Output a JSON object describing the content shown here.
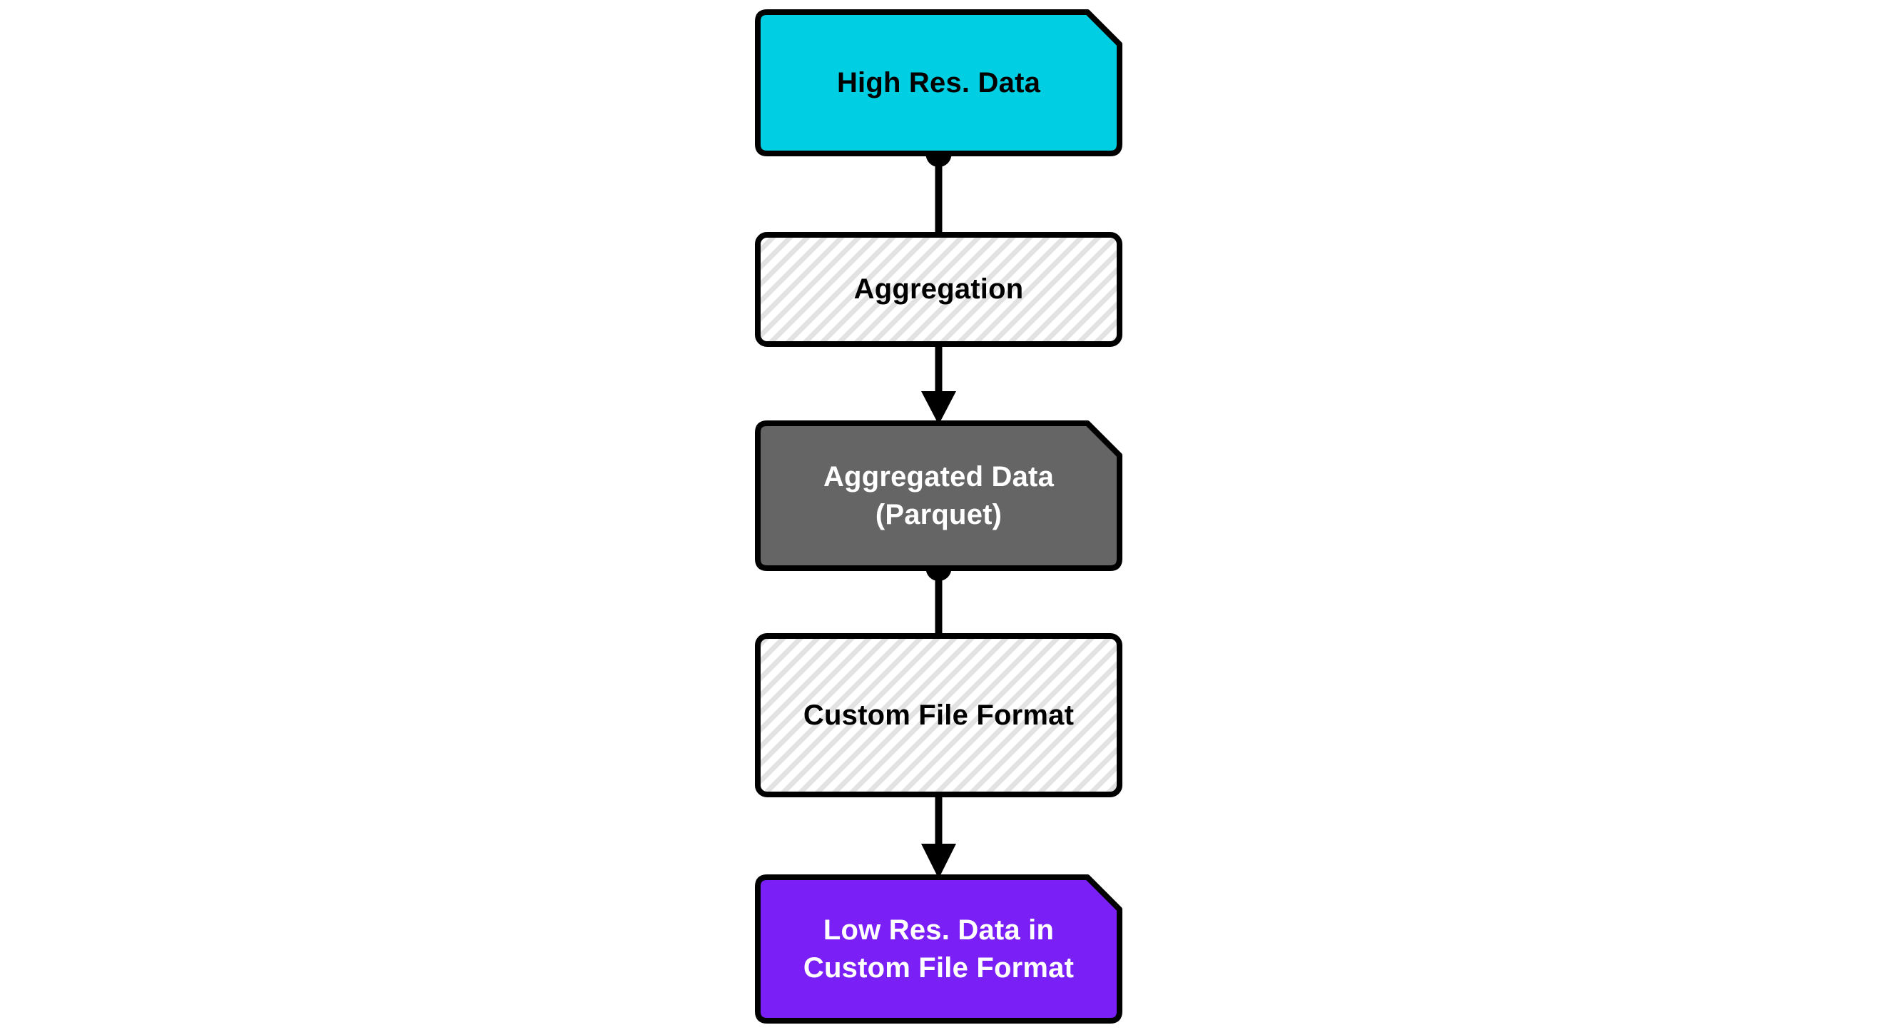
{
  "diagram": {
    "background_color": "#ffffff",
    "stroke_color": "#000000",
    "hatch_color": "#e2e2e2",
    "nodes": [
      {
        "id": "high-res-data",
        "label": "High Res. Data",
        "type": "data",
        "fill": "#00cee2",
        "text_color": "#000000"
      },
      {
        "id": "aggregation",
        "label": "Aggregation",
        "type": "process",
        "fill": "hatch",
        "text_color": "#000000"
      },
      {
        "id": "aggregated-data-parquet",
        "label": "Aggregated Data\n(Parquet)",
        "type": "data",
        "fill": "#656565",
        "text_color": "#ffffff"
      },
      {
        "id": "custom-file-format",
        "label": "Custom File Format",
        "type": "process",
        "fill": "hatch",
        "text_color": "#000000"
      },
      {
        "id": "low-res-custom-format",
        "label": "Low Res. Data in\nCustom File Format",
        "type": "data",
        "fill": "#7b1ff7",
        "text_color": "#ffffff"
      }
    ],
    "edges": [
      {
        "from": "high-res-data",
        "to": "aggregation",
        "start": "dot",
        "end": "plain"
      },
      {
        "from": "aggregation",
        "to": "aggregated-data-parquet",
        "start": "plain",
        "end": "arrow"
      },
      {
        "from": "aggregated-data-parquet",
        "to": "custom-file-format",
        "start": "dot",
        "end": "plain"
      },
      {
        "from": "custom-file-format",
        "to": "low-res-custom-format",
        "start": "plain",
        "end": "arrow"
      }
    ]
  }
}
